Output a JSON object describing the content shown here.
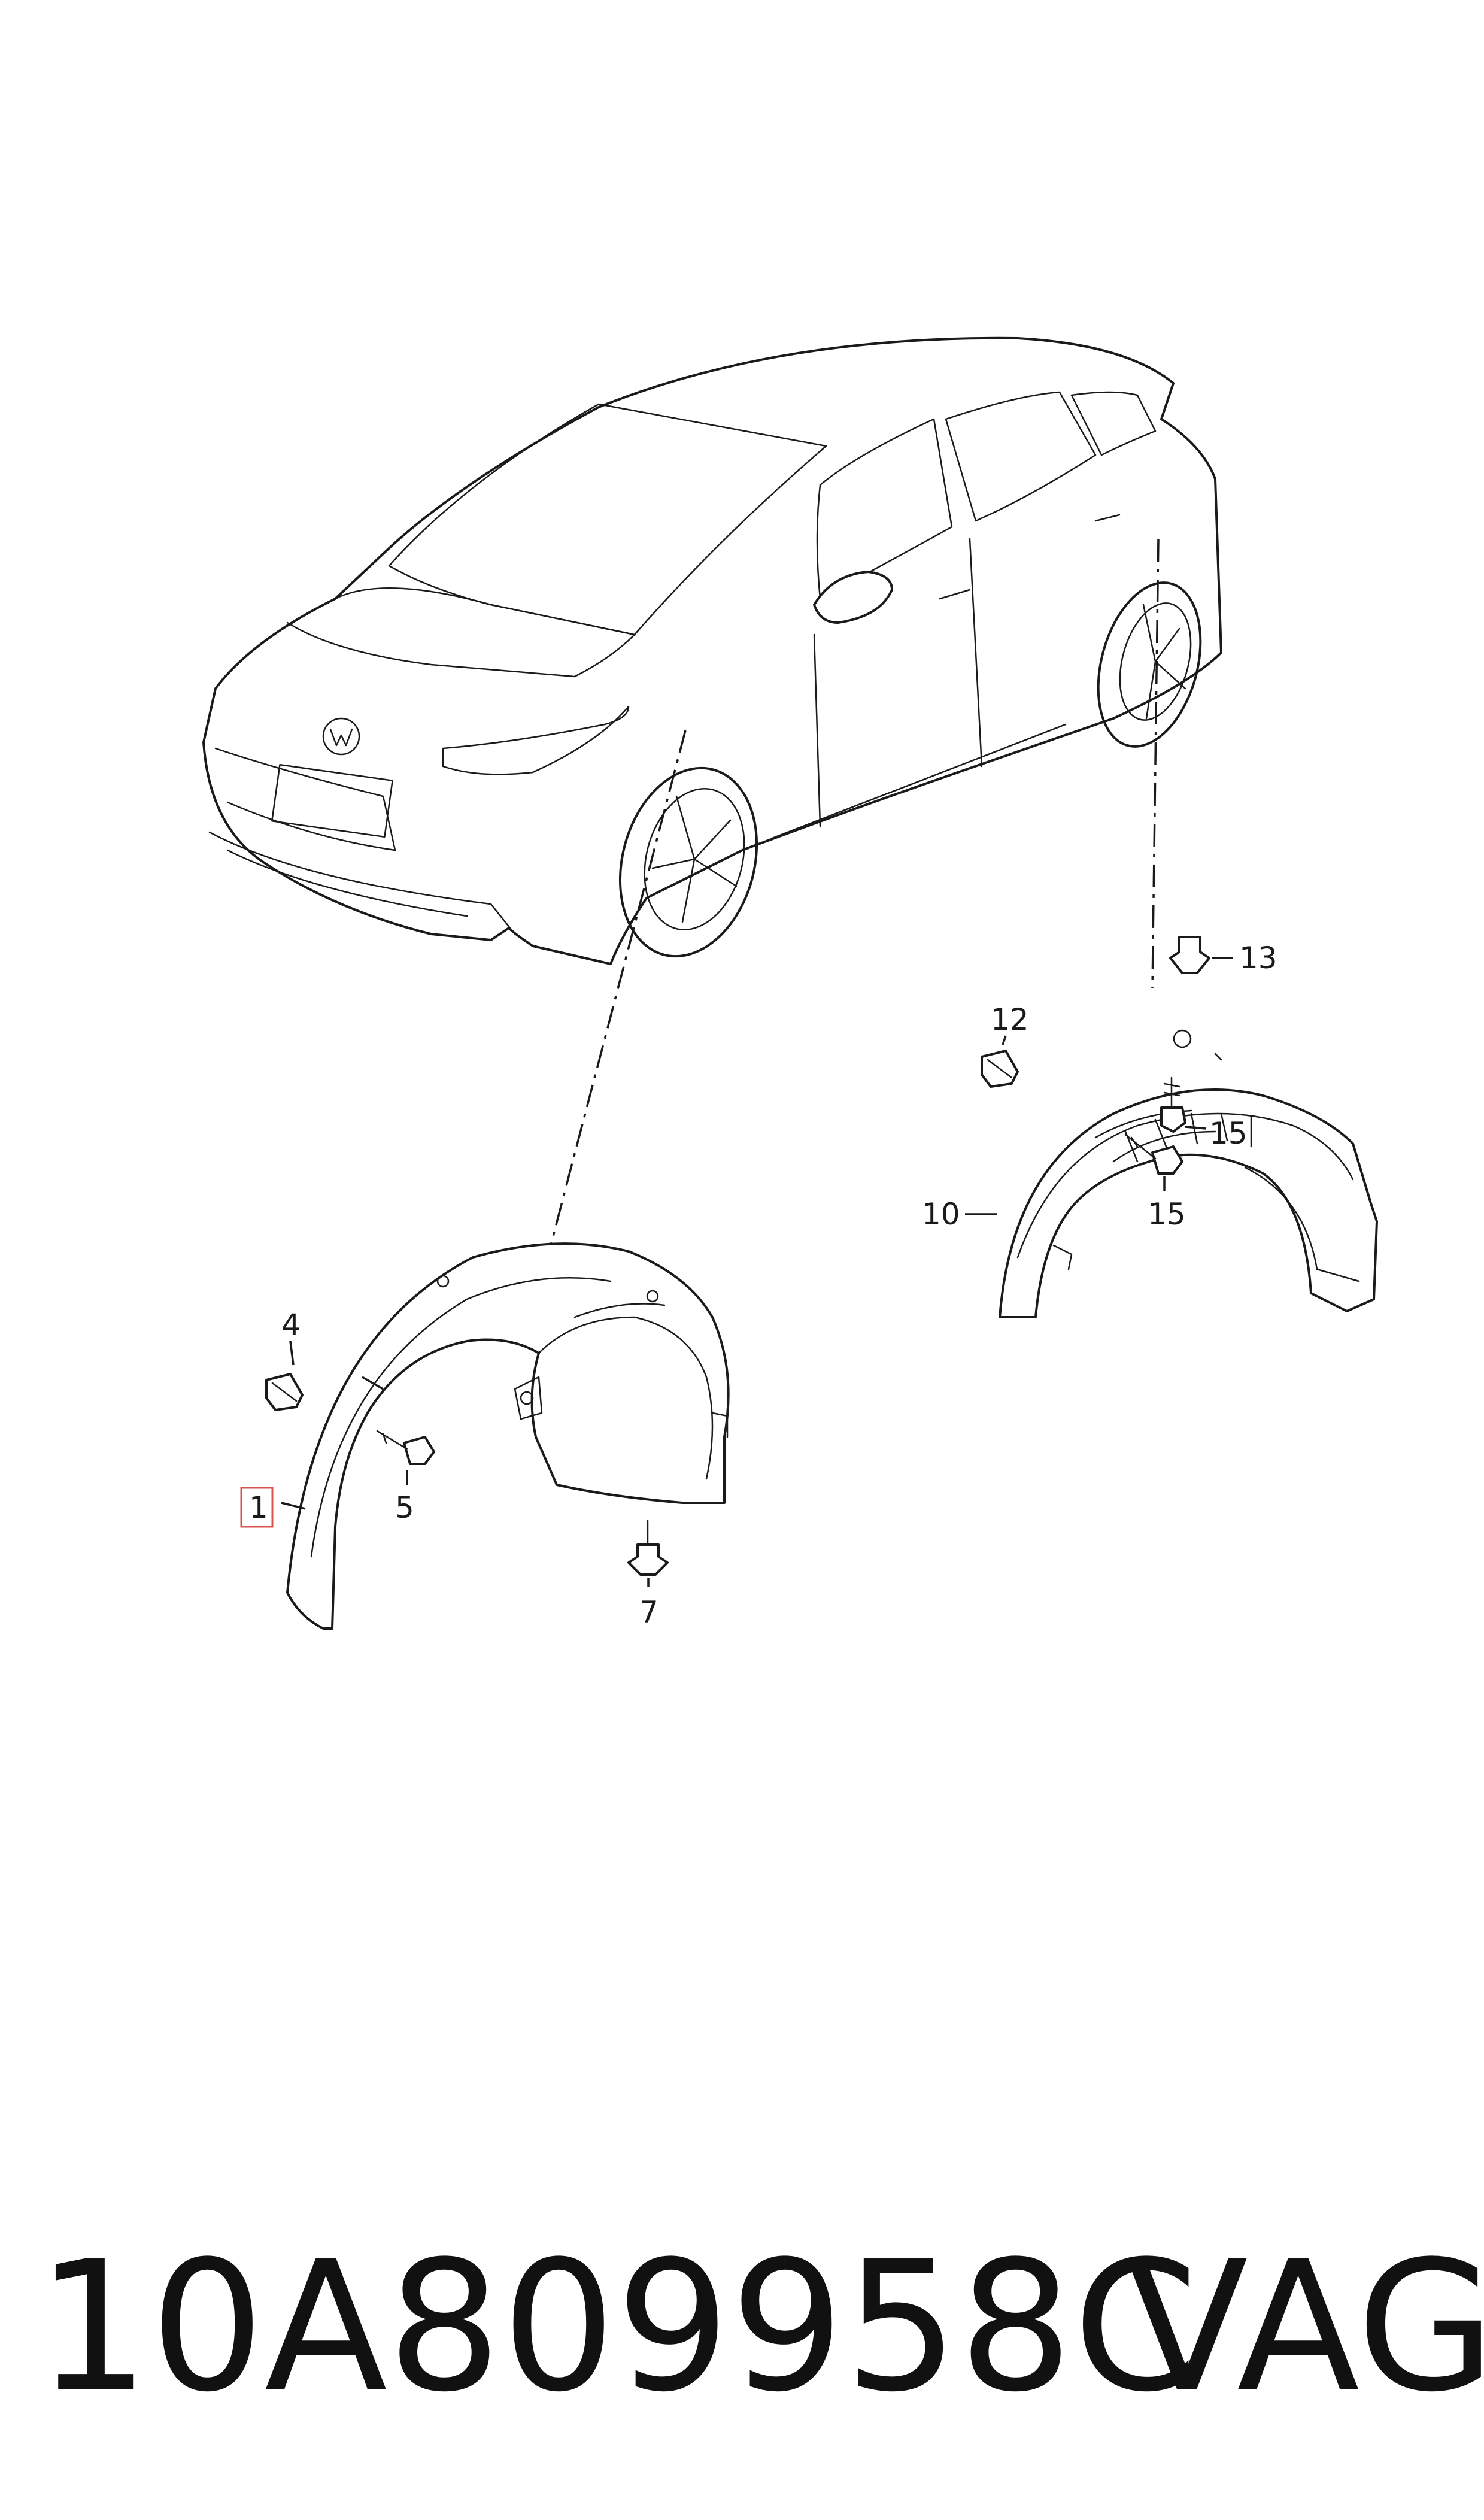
{
  "callouts": {
    "c1": "1",
    "c4": "4",
    "c5": "5",
    "c7": "7",
    "c10": "10",
    "c12": "12",
    "c13": "13",
    "c15a": "15",
    "c15b": "15"
  },
  "part_number": "10A809958C",
  "brand": "VAG",
  "colors": {
    "highlight_box": "#d9534f",
    "line": "#1a1a1a"
  }
}
